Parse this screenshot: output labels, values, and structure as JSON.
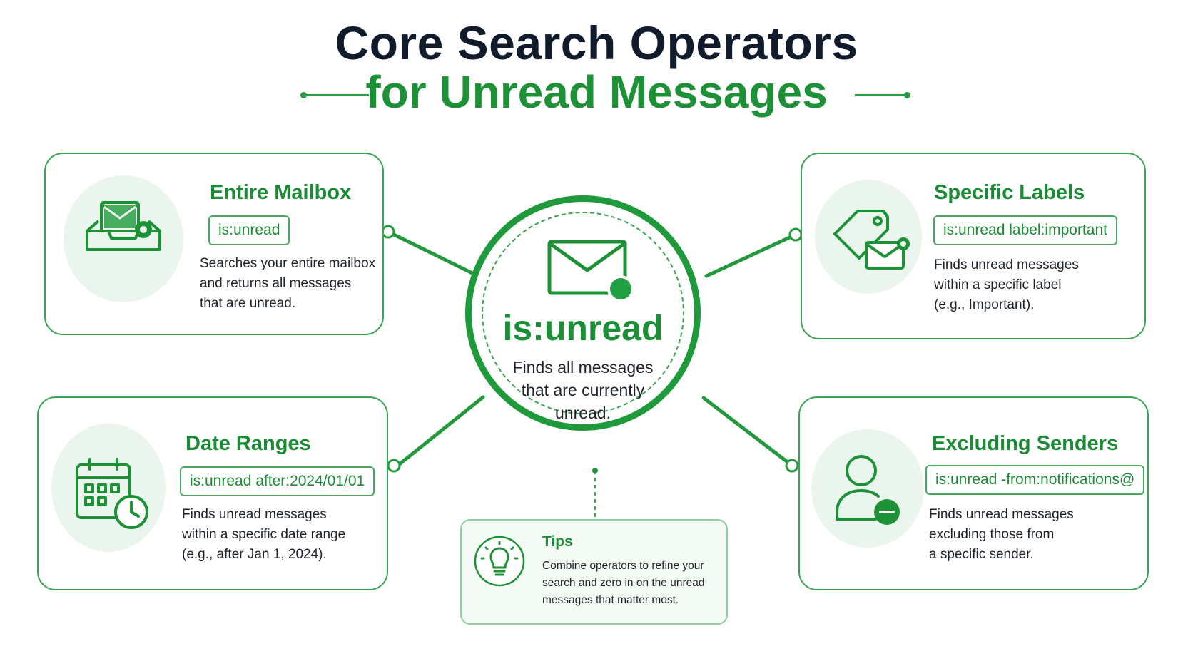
{
  "title": {
    "line1": "Core Search Operators",
    "line2": "for Unread Messages"
  },
  "center": {
    "operator": "is:unread",
    "description": [
      "Finds all messages",
      "that are currently",
      "unread."
    ]
  },
  "cards": {
    "entire_mailbox": {
      "title": "Entire Mailbox",
      "operator": "is:unread",
      "description": [
        "Searches your entire mailbox",
        "and returns all messages",
        "that are unread."
      ],
      "icon": "inbox-mail-icon"
    },
    "specific_labels": {
      "title": "Specific Labels",
      "operator": "is:unread label:important",
      "description": [
        "Finds unread messages",
        "within a specific label",
        "(e.g., Important)."
      ],
      "icon": "label-tag-icon"
    },
    "date_ranges": {
      "title": "Date Ranges",
      "operator": "is:unread after:2024/01/01",
      "description": [
        "Finds unread messages",
        "within a specific date range",
        "(e.g., after Jan 1, 2024)."
      ],
      "icon": "calendar-clock-icon"
    },
    "excluding_senders": {
      "title": "Excluding Senders",
      "operator": "is:unread -from:notifications@",
      "description": [
        "Finds unread messages",
        "excluding those from",
        "a specific sender."
      ],
      "icon": "user-minus-icon"
    }
  },
  "tips": {
    "title": "Tips",
    "description": [
      "Combine operators to refine your",
      "search and zero in on the unread",
      "messages that matter most."
    ],
    "icon": "lightbulb-icon"
  },
  "colors": {
    "brand_green": "#1d9136",
    "title_navy": "#101b2b",
    "border_green": "#3aa453",
    "halo_green": "#eaf6ed"
  }
}
